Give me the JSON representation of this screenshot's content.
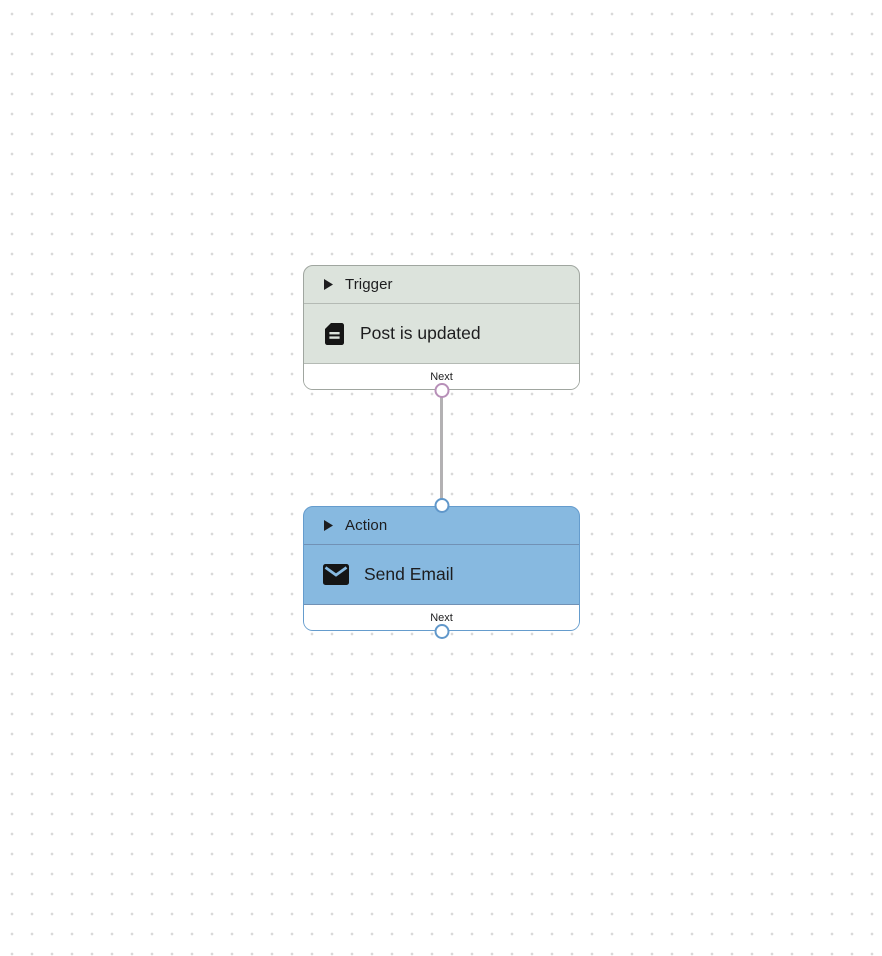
{
  "canvas": {
    "type": "workflow-editor-dot-grid"
  },
  "colors": {
    "trigger_bg": "#dce3dc",
    "trigger_border": "#a0a6a0",
    "trigger_divider": "#b4bab4",
    "action_bg": "#87b9e0",
    "action_border": "#659ccd",
    "action_divider": "#7191b5",
    "connector": "#b3b1b3",
    "port_ring_trigger": "#b78fb8",
    "port_ring_action": "#6097ca",
    "grid_dot": "#d9d9d9",
    "text": "#1d1d1f"
  },
  "nodes": [
    {
      "id": "trigger",
      "type_label": "Trigger",
      "title": "Post is updated",
      "icon": "post-document-icon",
      "footer_label": "Next"
    },
    {
      "id": "action",
      "type_label": "Action",
      "title": "Send Email",
      "icon": "email-icon",
      "footer_label": "Next"
    }
  ]
}
